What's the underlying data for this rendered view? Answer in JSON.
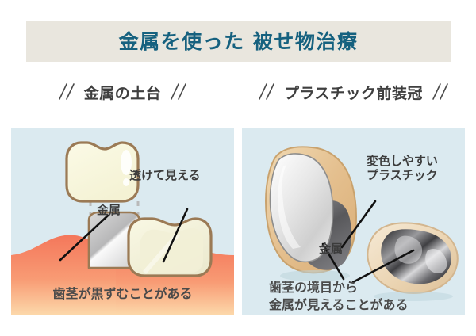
{
  "header": {
    "title": "金属を使った 被せ物治療",
    "band_color": "#e9e6de",
    "title_color": "#16617f"
  },
  "sections": [
    {
      "id": "metal-core",
      "heading": "金属の土台",
      "panel_color": "#dbeaf0",
      "caption": "歯茎が黒ずむことがある",
      "labels": [
        {
          "name": "metal",
          "text": "金属"
        },
        {
          "name": "see-through",
          "text": "透けて見える"
        }
      ]
    },
    {
      "id": "plastic-veneer-crown",
      "heading": "プラスチック前装冠",
      "panel_color": "#dbeaf0",
      "caption": "歯茎の境目から\n金属が見えることがある",
      "labels": [
        {
          "name": "discoloring-plastic",
          "text": "変色しやすい\nプラスチック"
        },
        {
          "name": "metal",
          "text": "金属"
        }
      ]
    }
  ],
  "palette": {
    "gum": "#f4775b",
    "gum_fade": "#fbd6a8",
    "crown_cream": "#f7f6de",
    "crown_outline": "#9b7a55",
    "metal_light": "#f2f2f2",
    "metal_dark": "#6e6e70",
    "gold": "#e6c18f",
    "text_dark": "#3c3c3c"
  }
}
